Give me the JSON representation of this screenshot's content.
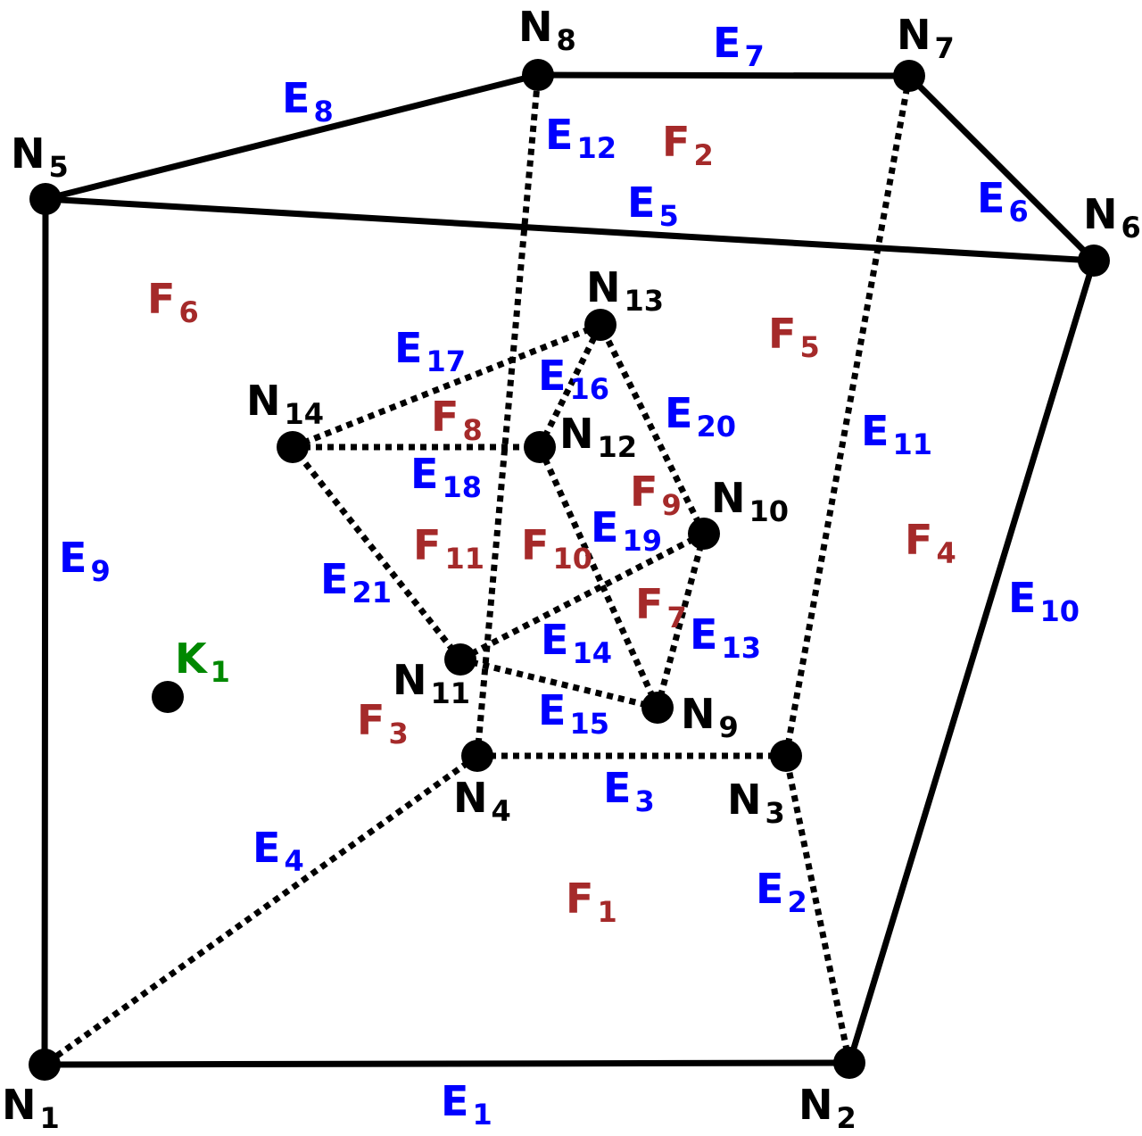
{
  "colors": {
    "line": "#000000",
    "node_label": "#000000",
    "edge_label": "#0000ff",
    "face_label": "#a52a2a",
    "point_label": "#008800"
  },
  "nodes": [
    {
      "id": "N1",
      "letter": "N",
      "sub": "1"
    },
    {
      "id": "N2",
      "letter": "N",
      "sub": "2"
    },
    {
      "id": "N3",
      "letter": "N",
      "sub": "3"
    },
    {
      "id": "N4",
      "letter": "N",
      "sub": "4"
    },
    {
      "id": "N5",
      "letter": "N",
      "sub": "5"
    },
    {
      "id": "N6",
      "letter": "N",
      "sub": "6"
    },
    {
      "id": "N7",
      "letter": "N",
      "sub": "7"
    },
    {
      "id": "N8",
      "letter": "N",
      "sub": "8"
    },
    {
      "id": "N9",
      "letter": "N",
      "sub": "9"
    },
    {
      "id": "N10",
      "letter": "N",
      "sub": "10"
    },
    {
      "id": "N11",
      "letter": "N",
      "sub": "11"
    },
    {
      "id": "N12",
      "letter": "N",
      "sub": "12"
    },
    {
      "id": "N13",
      "letter": "N",
      "sub": "13"
    },
    {
      "id": "N14",
      "letter": "N",
      "sub": "14"
    }
  ],
  "point": {
    "id": "K1",
    "letter": "K",
    "sub": "1"
  },
  "edges": [
    {
      "id": "E1",
      "letter": "E",
      "sub": "1",
      "from": "N1",
      "to": "N2",
      "style": "solid"
    },
    {
      "id": "E2",
      "letter": "E",
      "sub": "2",
      "from": "N2",
      "to": "N3",
      "style": "dotted"
    },
    {
      "id": "E3",
      "letter": "E",
      "sub": "3",
      "from": "N3",
      "to": "N4",
      "style": "dotted"
    },
    {
      "id": "E4",
      "letter": "E",
      "sub": "4",
      "from": "N4",
      "to": "N1",
      "style": "dotted"
    },
    {
      "id": "E5",
      "letter": "E",
      "sub": "5",
      "from": "N5",
      "to": "N6",
      "style": "solid"
    },
    {
      "id": "E6",
      "letter": "E",
      "sub": "6",
      "from": "N6",
      "to": "N7",
      "style": "solid"
    },
    {
      "id": "E7",
      "letter": "E",
      "sub": "7",
      "from": "N7",
      "to": "N8",
      "style": "solid"
    },
    {
      "id": "E8",
      "letter": "E",
      "sub": "8",
      "from": "N8",
      "to": "N5",
      "style": "solid"
    },
    {
      "id": "E9",
      "letter": "E",
      "sub": "9",
      "from": "N1",
      "to": "N5",
      "style": "solid"
    },
    {
      "id": "E10",
      "letter": "E",
      "sub": "10",
      "from": "N2",
      "to": "N6",
      "style": "solid"
    },
    {
      "id": "E11",
      "letter": "E",
      "sub": "11",
      "from": "N3",
      "to": "N7",
      "style": "dotted"
    },
    {
      "id": "E12",
      "letter": "E",
      "sub": "12",
      "from": "N4",
      "to": "N8",
      "style": "dotted"
    },
    {
      "id": "E13",
      "letter": "E",
      "sub": "13",
      "from": "N9",
      "to": "N10",
      "style": "dotted"
    },
    {
      "id": "E14",
      "letter": "E",
      "sub": "14",
      "from": "N10",
      "to": "N11",
      "style": "dotted"
    },
    {
      "id": "E15",
      "letter": "E",
      "sub": "15",
      "from": "N11",
      "to": "N9",
      "style": "dotted"
    },
    {
      "id": "E16",
      "letter": "E",
      "sub": "16",
      "from": "N12",
      "to": "N13",
      "style": "dotted"
    },
    {
      "id": "E17",
      "letter": "E",
      "sub": "17",
      "from": "N13",
      "to": "N14",
      "style": "dotted"
    },
    {
      "id": "E18",
      "letter": "E",
      "sub": "18",
      "from": "N14",
      "to": "N12",
      "style": "dotted"
    },
    {
      "id": "E19",
      "letter": "E",
      "sub": "19",
      "from": "N9",
      "to": "N12",
      "style": "dotted"
    },
    {
      "id": "E20",
      "letter": "E",
      "sub": "20",
      "from": "N10",
      "to": "N13",
      "style": "dotted"
    },
    {
      "id": "E21",
      "letter": "E",
      "sub": "21",
      "from": "N11",
      "to": "N14",
      "style": "dotted"
    }
  ],
  "faces": [
    {
      "id": "F1",
      "letter": "F",
      "sub": "1"
    },
    {
      "id": "F2",
      "letter": "F",
      "sub": "2"
    },
    {
      "id": "F3",
      "letter": "F",
      "sub": "3"
    },
    {
      "id": "F4",
      "letter": "F",
      "sub": "4"
    },
    {
      "id": "F5",
      "letter": "F",
      "sub": "5"
    },
    {
      "id": "F6",
      "letter": "F",
      "sub": "6"
    },
    {
      "id": "F7",
      "letter": "F",
      "sub": "7"
    },
    {
      "id": "F8",
      "letter": "F",
      "sub": "8"
    },
    {
      "id": "F9",
      "letter": "F",
      "sub": "9"
    },
    {
      "id": "F10",
      "letter": "F",
      "sub": "10"
    },
    {
      "id": "F11",
      "letter": "F",
      "sub": "11"
    }
  ]
}
